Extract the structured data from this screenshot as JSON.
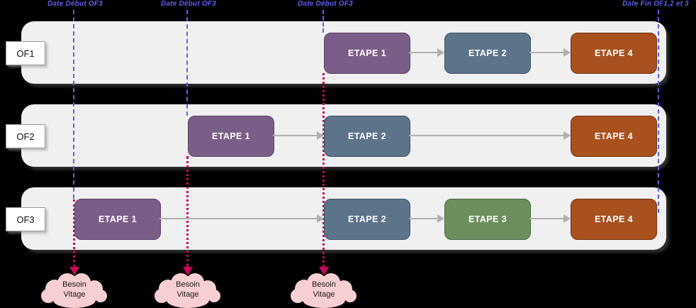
{
  "colors": {
    "blue_marker": "#5f5ff0",
    "red_marker": "#c7075f",
    "purple_fill": "#7b5e87",
    "purple_border": "#5a4168",
    "slate_fill": "#5d7389",
    "slate_border": "#3c5166",
    "green_fill": "#6d8f5e",
    "green_border": "#49693c",
    "brown_fill": "#a8511f",
    "brown_border": "#6e3210",
    "row_bg": "#f0f0f0",
    "cloud_fill": "#f7ced1",
    "arrow_gray": "#b0b0b0"
  },
  "markers": {
    "top_labels": [
      {
        "label": "Date Début OF3"
      },
      {
        "label": "Date Début OF3"
      },
      {
        "label": "Date Début OF3"
      },
      {
        "label": "Date Fin OF1,2 et 3"
      }
    ]
  },
  "rows": [
    {
      "name": "OF1",
      "stages": [
        {
          "label": "ETAPE 1",
          "type": "purple"
        },
        {
          "label": "ETAPE 2",
          "type": "slate"
        },
        {
          "label": "ETAPE 4",
          "type": "brown"
        }
      ]
    },
    {
      "name": "OF2",
      "stages": [
        {
          "label": "ETAPE 1",
          "type": "purple"
        },
        {
          "label": "ETAPE 2",
          "type": "slate"
        },
        {
          "label": "ETAPE 4",
          "type": "brown"
        }
      ]
    },
    {
      "name": "OF3",
      "stages": [
        {
          "label": "ETAPE 1",
          "type": "purple"
        },
        {
          "label": "ETAPE 2",
          "type": "slate"
        },
        {
          "label": "ETAPE 3",
          "type": "green"
        },
        {
          "label": "ETAPE 4",
          "type": "brown"
        }
      ]
    }
  ],
  "clouds": [
    {
      "label": "Besoin\nVitage"
    },
    {
      "label": "Besoin\nVitage"
    },
    {
      "label": "Besoin\nVitage"
    }
  ]
}
